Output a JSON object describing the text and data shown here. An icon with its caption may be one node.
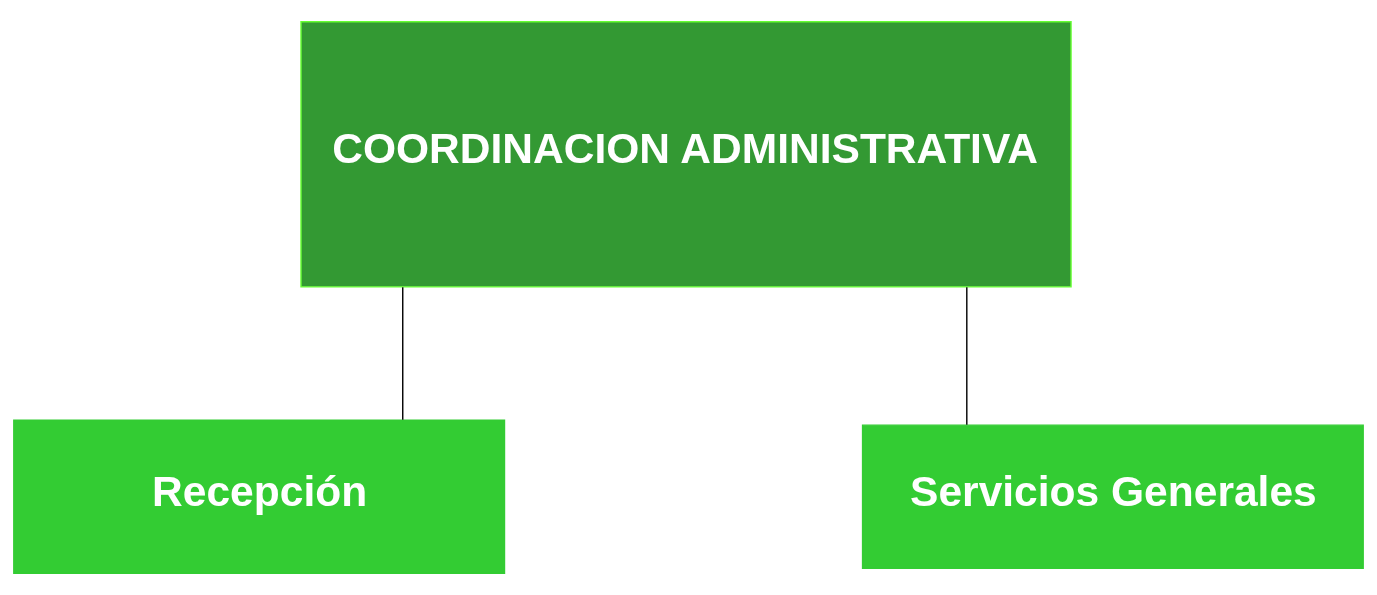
{
  "diagram": {
    "nodes": [
      {
        "text": [
          "COORDINACION ADMINISTRATIVA"
        ]
      },
      {
        "text": [
          "Recepción"
        ]
      },
      {
        "text": [
          "Servicios Generales"
        ]
      }
    ],
    "edges": [
      {
        "from": 0,
        "to": 1,
        "arrow": "none"
      },
      {
        "from": 0,
        "to": 2,
        "arrow": "none"
      }
    ]
  }
}
